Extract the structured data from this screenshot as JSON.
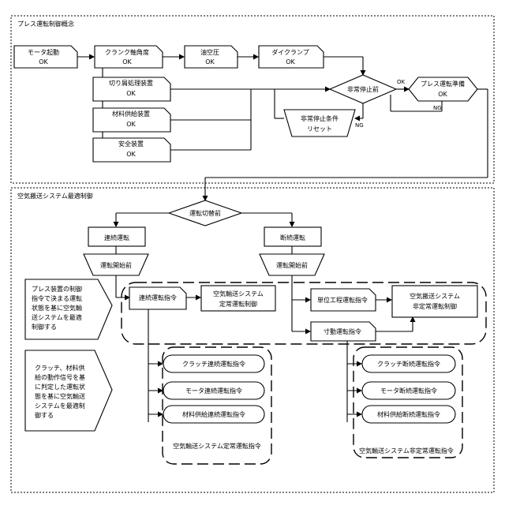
{
  "section1": {
    "title": "プレス運転制御概念",
    "motor": {
      "label": "モータ起動",
      "status": "OK"
    },
    "crank": {
      "label": "クランク軸角度",
      "status": "OK"
    },
    "oil": {
      "label": "油空圧",
      "status": "OK"
    },
    "die": {
      "label": "ダイクランプ",
      "status": "OK"
    },
    "scrap": {
      "label": "切り屑処理装置",
      "status": "OK"
    },
    "material": {
      "label": "材料供給装置",
      "status": "OK"
    },
    "safety": {
      "label": "安全装置",
      "status": "OK"
    },
    "estop": {
      "label": "非常停止前"
    },
    "ready": {
      "label": "プレス運転準備",
      "status": "OK"
    },
    "ok_label": "OK",
    "ng_label1": "NG",
    "ng_label2": "NG",
    "reset": {
      "line1": "非常停止条件",
      "line2": "リセット"
    }
  },
  "section2": {
    "title": "空気搬送システム最適制御",
    "switch": "運転切替前",
    "cont": "連続運転",
    "cont_start": "運転開始前",
    "disc": "断続運転",
    "disc_start": "運転開始前",
    "note1": [
      "プレス装置の制御",
      "指令で決まる運転",
      "状態を基に空気輸",
      "送システムを最適",
      "制御する"
    ],
    "note2": [
      "クラッチ、材料供",
      "給の動作信号を基",
      "に判定した運転状",
      "態を基に空気輸送",
      "システムを最適制",
      "御する"
    ],
    "cont_cmd": "連続運転指令",
    "steady": {
      "line1": "空気輸送システム",
      "line2": "定常運転制御"
    },
    "unit_cmd": "単位工程運転指令",
    "nonsteady": {
      "line1": "空気搬送システム",
      "line2": "非定常運転制御"
    },
    "inch_cmd": "寸動運転指令",
    "left_group": {
      "items": [
        "クラッチ連続運転指令",
        "モータ連続運転指令",
        "材料供給連続運転指令"
      ],
      "caption": "空気輸送システム定常運転指令"
    },
    "right_group": {
      "items": [
        "クラッチ断続運転指令",
        "モータ断続運転指令",
        "材料供給断続運転指令"
      ],
      "caption": "空気輸送システム非定常運転指令"
    }
  }
}
